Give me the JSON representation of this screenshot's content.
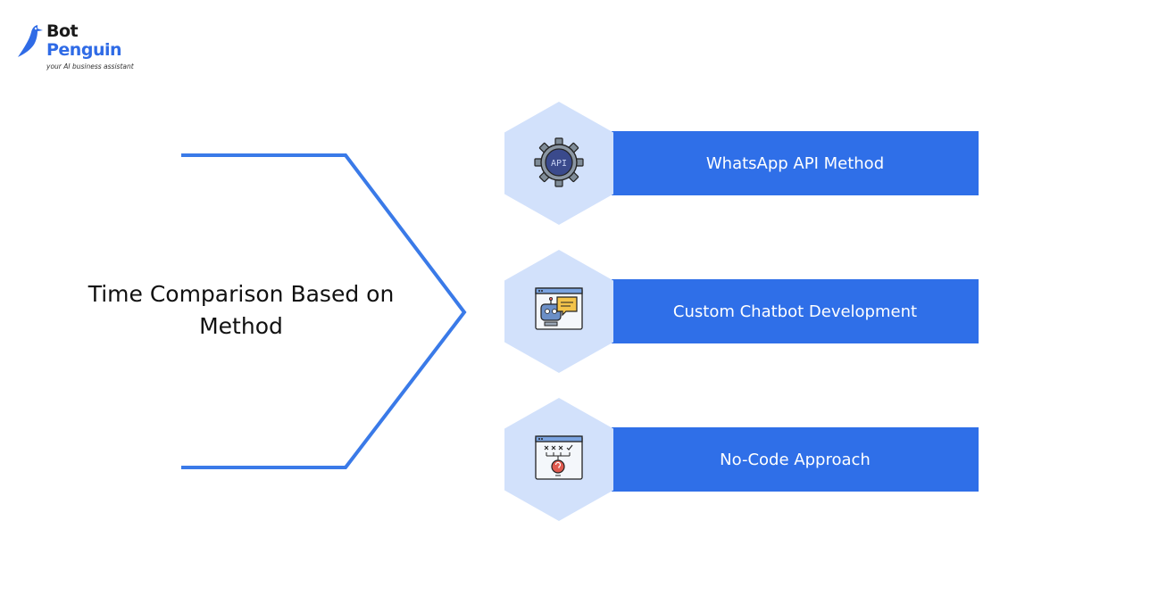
{
  "logo": {
    "line1": "Bot",
    "line2": "Penguin",
    "tagline": "your AI business assistant"
  },
  "diagram": {
    "title": "Time Comparison Based on Method",
    "items": [
      {
        "label": "WhatsApp API Method",
        "icon": "api-gear-icon"
      },
      {
        "label": "Custom Chatbot Development",
        "icon": "chatbot-window-icon"
      },
      {
        "label": "No-Code Approach",
        "icon": "no-code-window-icon"
      }
    ],
    "icon_text": "API"
  },
  "colors": {
    "accent": "#2f6fe8",
    "hex_fill": "#d2e1fb",
    "connector": "#3a7ae8",
    "title_text": "#111111"
  }
}
